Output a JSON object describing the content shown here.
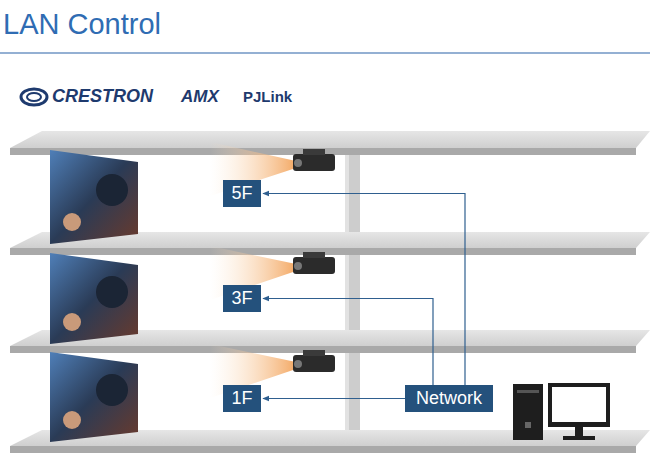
{
  "diagram": {
    "title": "LAN Control",
    "nodes": [
      {
        "text": [
          "5F"
        ]
      },
      {
        "text": [
          "3F"
        ]
      },
      {
        "text": [
          "1F"
        ]
      },
      {
        "text": [
          "Network"
        ]
      }
    ],
    "edges": [
      {
        "from": 3,
        "to": 0,
        "arrow": "to"
      },
      {
        "from": 3,
        "to": 1,
        "arrow": "to"
      },
      {
        "from": 3,
        "to": 2,
        "arrow": "to"
      }
    ],
    "labels": [
      "CRESTRON",
      "AMX",
      "PJLink"
    ]
  }
}
